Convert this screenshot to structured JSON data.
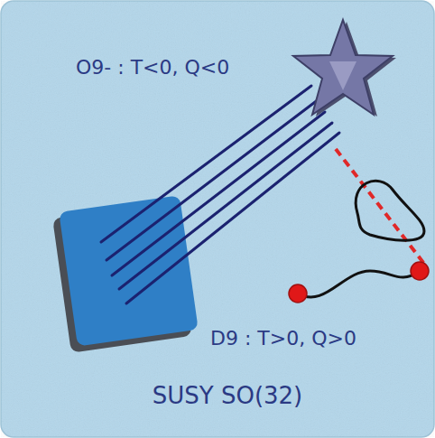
{
  "diagram": {
    "caption": "SUSY SO(32)",
    "labels": [
      "O9- : T<0, Q<0",
      "D9 : T>0, Q>0"
    ]
  }
}
